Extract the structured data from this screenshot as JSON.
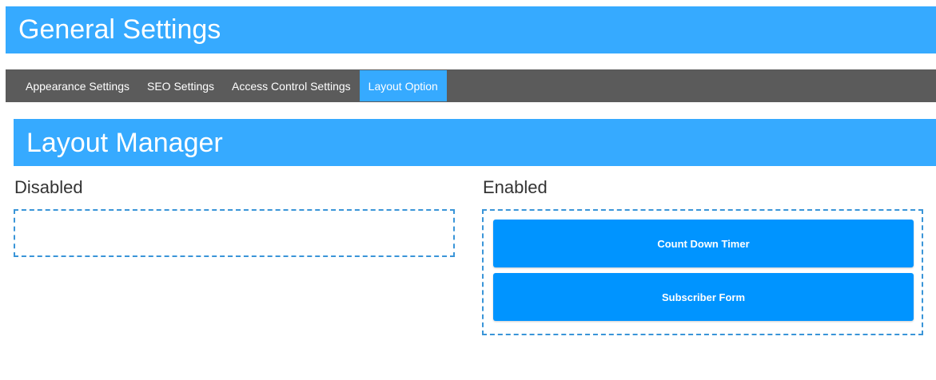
{
  "header": {
    "title": "General Settings"
  },
  "tabs": [
    {
      "label": "Appearance Settings",
      "active": false
    },
    {
      "label": "SEO Settings",
      "active": false
    },
    {
      "label": "Access Control Settings",
      "active": false
    },
    {
      "label": "Layout Option",
      "active": true
    }
  ],
  "section": {
    "title": "Layout Manager"
  },
  "columns": {
    "disabled": {
      "label": "Disabled",
      "items": []
    },
    "enabled": {
      "label": "Enabled",
      "items": [
        {
          "label": "Count Down Timer"
        },
        {
          "label": "Subscriber Form"
        }
      ]
    }
  },
  "colors": {
    "header_bg": "#36aaff",
    "tab_bar_bg": "#5b5b5b",
    "active_tab_bg": "#36aaff",
    "module_bg": "#0094ff",
    "dropzone_border": "#3a95d8"
  }
}
